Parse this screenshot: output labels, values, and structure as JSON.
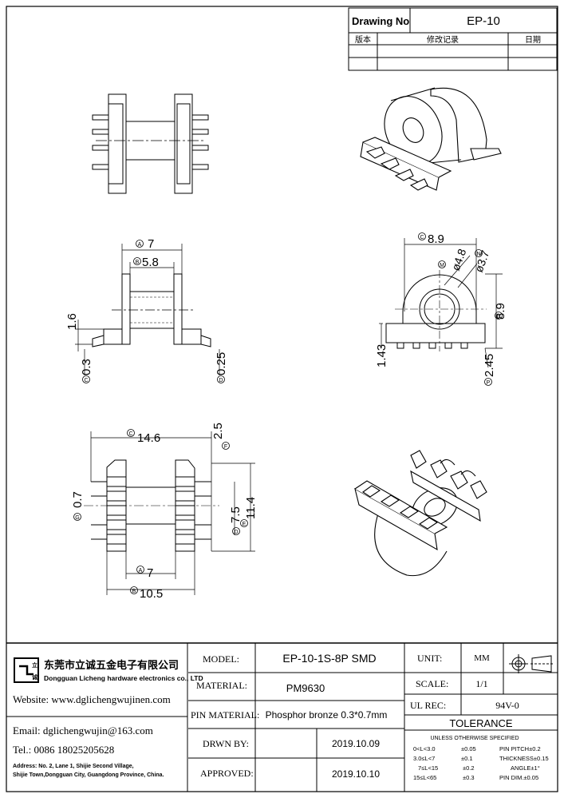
{
  "revision_block": {
    "drawing_no_label": "Drawing No",
    "drawing_no": "EP-10",
    "col_version": "版本",
    "col_change": "修改记录",
    "col_date": "日期"
  },
  "dimensions": {
    "side": {
      "a": "7",
      "b": "5.8",
      "h": "1.6",
      "c": "0.3",
      "d": "0.25",
      "tag_a": "A",
      "tag_b": "B",
      "tag_c": "C",
      "tag_d": "D"
    },
    "front": {
      "w": "8.9",
      "d1": "ø4.8",
      "d2": "ø3.7",
      "h": "8.9",
      "f": "1.43",
      "p": "2.45",
      "tag_c": "C",
      "tag_m": "M",
      "tag_n": "N",
      "tag_e": "E",
      "tag_p": "P"
    },
    "bottom": {
      "w": "14.6",
      "g": "2.5",
      "pin": "0.7",
      "l1": "7.5",
      "l2": "11.4",
      "a": "7",
      "b": "10.5",
      "tag_c": "C",
      "tag_f": "F",
      "tag_a": "A",
      "tag_b": "B",
      "tag_d": "D",
      "tag_e": "E",
      "tag_g": "G"
    }
  },
  "company": {
    "name_cn": "东莞市立诚五金电子有限公司",
    "name_en": "Dongguan Licheng hardware electronics co., LTD",
    "website": "Website: www.dglichengwujinen.com",
    "email": "Email: dglichengwujin@163.com",
    "tel": "Tel.: 0086 18025205628",
    "address_1": "Address: No. 2, Lane 1, Shijie Second Village,",
    "address_2": "Shijie Town,Dongguan City, Guangdong Province, China."
  },
  "title_block": {
    "model_label": "MODEL:",
    "model": "EP-10-1S-8P SMD",
    "material_label": "MATERIAL:",
    "material": "PM9630",
    "pin_material_label": "PIN MATERIAL:",
    "pin_material": "Phosphor bronze  0.3*0.7mm",
    "drawn_label": "DRWN BY:",
    "drawn_date": "2019.10.09",
    "approved_label": "APPROVED:",
    "approved_date": "2019.10.10",
    "unit_label": "UNIT:",
    "unit": "MM",
    "scale_label": "SCALE:",
    "scale": "1/1",
    "ul_label": "UL  REC:",
    "ul": "94V-0"
  },
  "tolerance": {
    "title": "TOLERANCE",
    "subtitle": "UNLESS OTHERWISE SPECIFIED",
    "rows": [
      {
        "range": "0<L<3.0",
        "tol": "±0.05",
        "spec": "PIN PITCH±0.2"
      },
      {
        "range": "3.0≤L<7",
        "tol": "±0.1",
        "spec": "THICKNESS±0.15"
      },
      {
        "range": "7≤L<15",
        "tol": "±0.2",
        "spec": "ANGLE±1°"
      },
      {
        "range": "15≤L<65",
        "tol": "±0.3",
        "spec": "PIN DIM.±0.05"
      }
    ]
  }
}
